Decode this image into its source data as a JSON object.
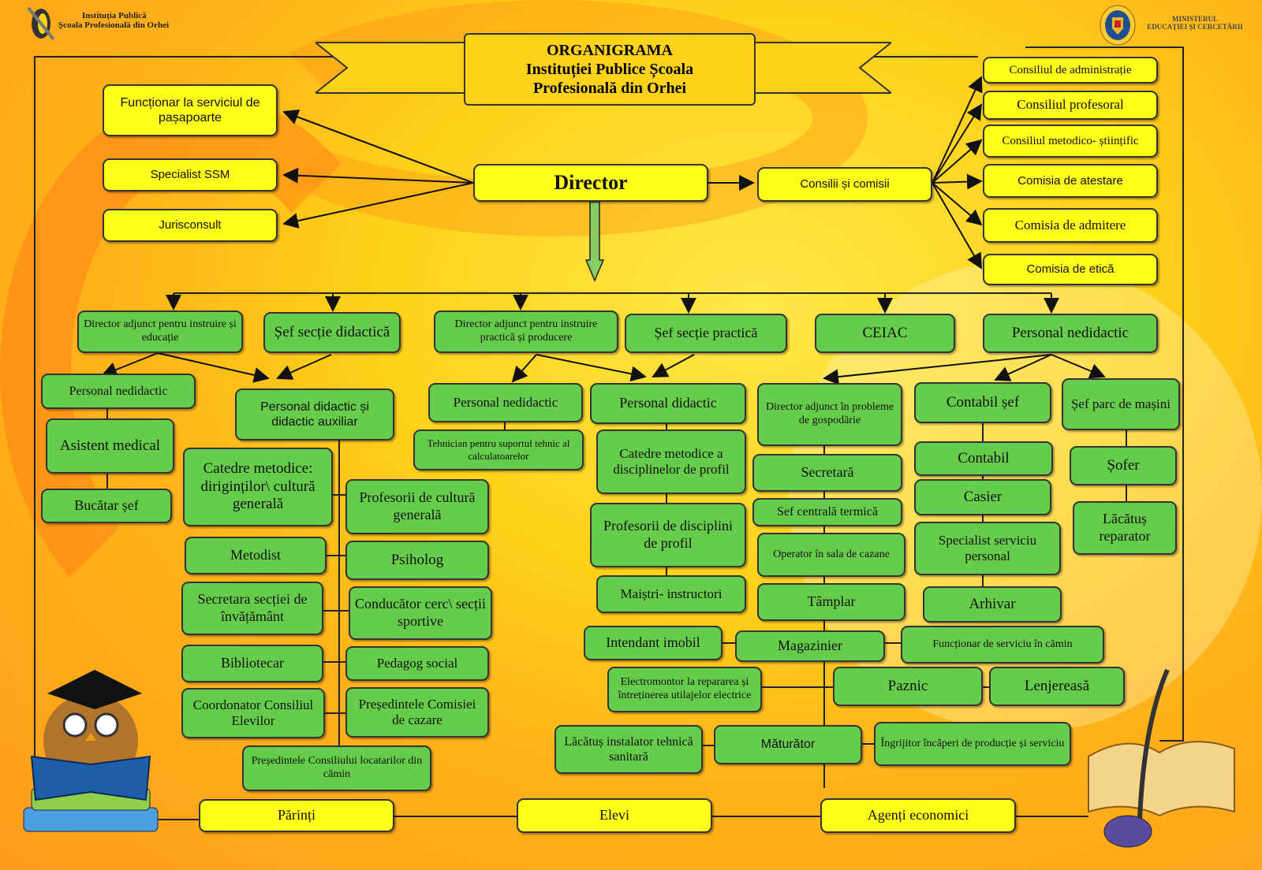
{
  "header": {
    "institution_line1": "Instituția Publică",
    "institution_line2": "Școala Profesională din Orhei",
    "ministry_line1": "MINISTERUL",
    "ministry_line2": "EDUCAȚIEI ȘI CERCETĂRII"
  },
  "title": {
    "line1": "ORGANIGRAMA",
    "line2": "Instituției Publice Școala",
    "line3": "Profesională din Orhei"
  },
  "top": {
    "pasapoarte": "Funcționar la serviciul de pașapoarte",
    "ssm": "Specialist SSM",
    "jurisconsult": "Jurisconsult",
    "director": "Director",
    "consilii": "Consilii și comisii"
  },
  "councils": [
    "Consiliul de administrație",
    "Consiliul profesoral",
    "Consiliul metodico- științific",
    "Comisia de atestare",
    "Comisia de admitere",
    "Comisia de etică"
  ],
  "level1": [
    "Director adjunct pentru instruire și educație",
    "Șef secție didactică",
    "Director adjunct pentru instruire practică și producere",
    "Șef secție practică",
    "CEIAC",
    "Personal nedidactic"
  ],
  "left": {
    "nedidactic": "Personal nedidactic",
    "asistent": "Asistent medical",
    "bucatar": "Bucătar șef",
    "didactic": "Personal didactic și didactic auxiliar",
    "catedre": "Catedre metodice: diriginților\\ cultură generală",
    "prof_cultura": "Profesorii de cultură generală",
    "metodist": "Metodist",
    "psiholog": "Psiholog",
    "secretara": "Secretara secției de învățământ",
    "conducator": "Conducător cerc\\ secții sportive",
    "bibliotecar": "Bibliotecar",
    "pedagog": "Pedagog social",
    "coordonator": "Coordonator Consiliul Elevilor",
    "presedinte_cazare": "Președintele Comisiei de cazare",
    "presedinte_locatari": "Președintele Consiliului locatarilor din cămin"
  },
  "middle": {
    "nedidactic": "Personal nedidactic",
    "tehnician": "Tehnician pentru suportul tehnic al calculatoarelor",
    "didactic": "Personal didactic",
    "catedre": "Catedre metodice a disciplinelor de profil",
    "profesori": "Profesorii de disciplini de profil",
    "maistri": "Maiștri- instructori"
  },
  "right": {
    "dir_gosp": "Director adjunct în probleme de gospodărie",
    "secretara": "Secretară",
    "sef_centrala": "Sef centrală termică",
    "operator": "Operator în sala de cazane",
    "tamplar": "Tâmplar",
    "intendant": "Intendant imobil",
    "magazinier": "Magazinier",
    "functionar_camin": "Funcționar de serviciu în cămin",
    "electromontor": "Electromontor la repararea și întreținerea utilajelor electrice",
    "paznic": "Paznic",
    "lenjereasa": "Lenjereasă",
    "lacatus_instalator": "Lăcătuș instalator tehnică sanitară",
    "maturator": "Măturător",
    "ingrijitor": "Îngrijitor încăperi de producție și serviciu",
    "contabil_sef": "Contabil șef",
    "contabil": "Contabil",
    "casier": "Casier",
    "specialist_personal": "Specialist serviciu personal",
    "arhivar": "Arhivar",
    "sef_parc": "Șef parc de mașini",
    "sofer": "Șofer",
    "lacatus_reparator": "Lăcătuș reparator"
  },
  "bottom": [
    "Părinți",
    "Elevi",
    "Agenți economici"
  ]
}
